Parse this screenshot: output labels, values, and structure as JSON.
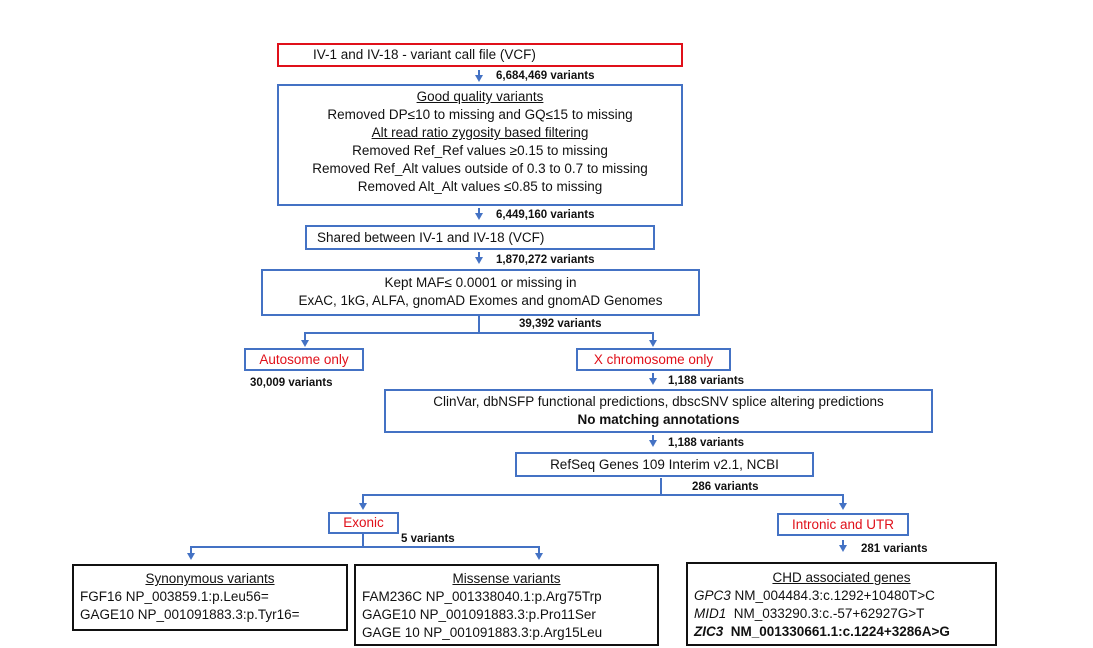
{
  "title_box": "IV-1 and IV-18 - variant call file (VCF)",
  "quality_box": {
    "heading": "Good quality variants",
    "line1": "Removed DP≤10 to missing and GQ≤15 to missing",
    "subheading": "Alt read ratio zygosity based filtering",
    "line2": "Removed Ref_Ref values ≥0.15 to missing",
    "line3": "Removed Ref_Alt values outside of 0.3 to 0.7 to missing",
    "line4": "Removed Alt_Alt values ≤0.85 to missing"
  },
  "shared_box": "Shared between IV-1 and IV-18 (VCF)",
  "maf_box": {
    "line1": "Kept MAF≤ 0.0001 or missing in",
    "line2": "ExAC, 1kG, ALFA, gnomAD Exomes and gnomAD Genomes"
  },
  "autosome_box": "Autosome only",
  "xchrom_box": "X chromosome only",
  "annotation_box": {
    "line1": "ClinVar, dbNSFP functional predictions, dbscSNV splice altering predictions",
    "line2": "No matching annotations"
  },
  "refseq_box": "RefSeq Genes 109 Interim v2.1, NCBI",
  "exonic_box": "Exonic",
  "intronic_box": "Intronic and UTR",
  "counts": {
    "c1": "6,684,469 variants",
    "c2": "6,449,160 variants",
    "c3": "1,870,272 variants",
    "c4": "39,392 variants",
    "autosome": "30,009 variants",
    "xchrom": "1,188 variants",
    "annot": "1,188 variants",
    "refseq": "286 variants",
    "exonic": "5 variants",
    "intronic": "281 variants"
  },
  "synonymous_box": {
    "heading": "Synonymous variants",
    "rows": [
      "FGF16  NP_003859.1:p.Leu56=",
      "GAGE10  NP_001091883.3:p.Tyr16="
    ]
  },
  "missense_box": {
    "heading": "Missense variants",
    "rows": [
      "FAM236C  NP_001338040.1:p.Arg75Trp",
      "GAGE10  NP_001091883.3:p.Pro11Ser",
      "GAGE 10  NP_001091883.3:p.Arg15Leu"
    ]
  },
  "chd_box": {
    "heading": "CHD associated genes",
    "rows": [
      {
        "gene": "GPC3",
        "variant": " NM_004484.3:c.1292+10480T>C",
        "bold": false
      },
      {
        "gene": "MID1",
        "variant": "  NM_033290.3:c.-57+62927G>T",
        "bold": false
      },
      {
        "gene": "ZIC3",
        "variant": "  NM_001330661.1:c.1224+3286A>G",
        "bold": true
      }
    ]
  }
}
